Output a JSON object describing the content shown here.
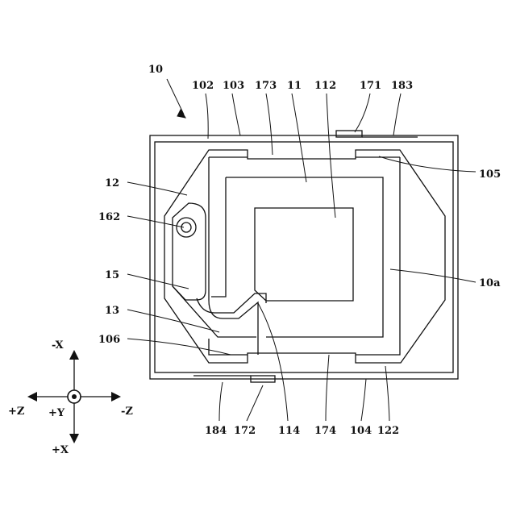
{
  "labels": {
    "assembly": "10",
    "face_a": "10a",
    "l102": "102",
    "l103": "103",
    "l104": "104",
    "l105": "105",
    "l106": "106",
    "l11": "11",
    "l112": "112",
    "l114": "114",
    "l12": "12",
    "l122": "122",
    "l13": "13",
    "l15": "15",
    "l162": "162",
    "l171": "171",
    "l172": "172",
    "l173": "173",
    "l174": "174",
    "l183": "183",
    "l184": "184"
  },
  "axes": {
    "neg_x": "-X",
    "pos_x": "+X",
    "neg_z": "-Z",
    "pos_z": "+Z",
    "pos_y": "+Y"
  }
}
